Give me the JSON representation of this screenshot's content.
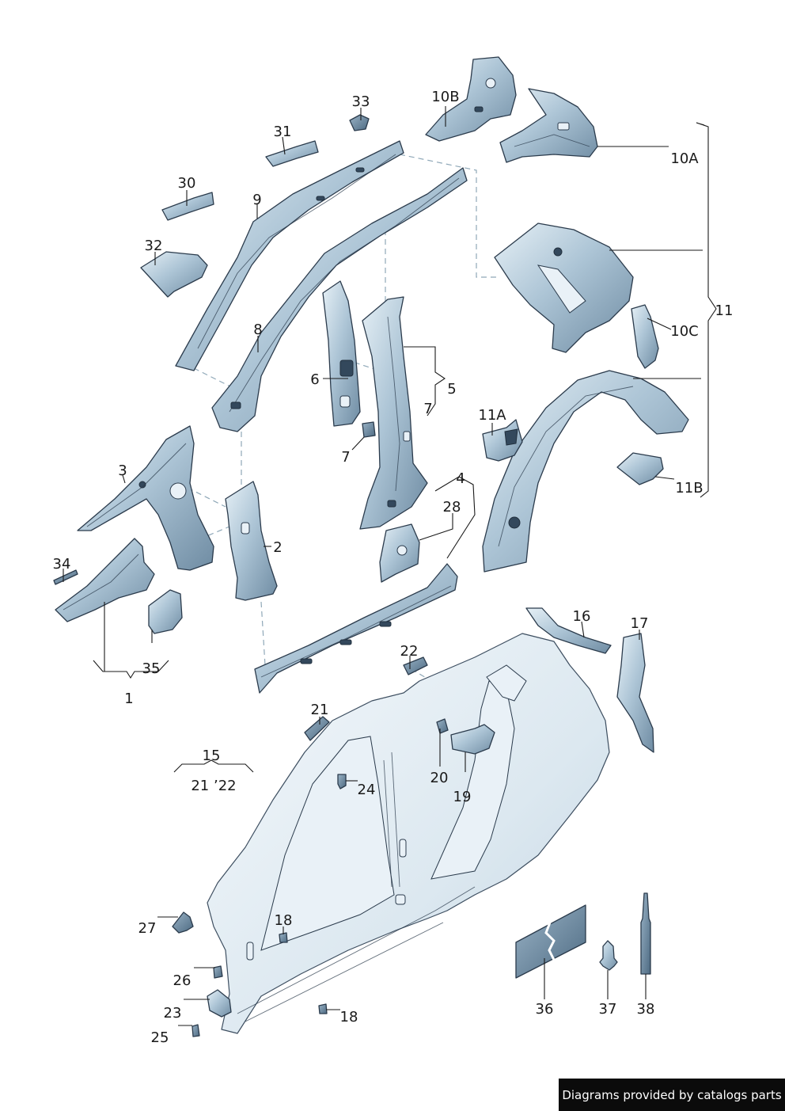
{
  "labels": {
    "1": "1",
    "2": "2",
    "3": "3",
    "4": "4",
    "5": "5",
    "6": "6",
    "7a": "7",
    "7b": "7",
    "8": "8",
    "9": "9",
    "10A": "10A",
    "10B": "10B",
    "10C": "10C",
    "11": "11",
    "11A": "11A",
    "11B": "11B",
    "15": "15",
    "15sub": "21 ’22",
    "16": "16",
    "17": "17",
    "18a": "18",
    "18b": "18",
    "19": "19",
    "20": "20",
    "21": "21",
    "22": "22",
    "23": "23",
    "24": "24",
    "25": "25",
    "26": "26",
    "27": "27",
    "28": "28",
    "30": "30",
    "31": "31",
    "32": "32",
    "33": "33",
    "34": "34",
    "35": "35",
    "36": "36",
    "37": "37",
    "38": "38"
  },
  "footer": {
    "credit": "Diagrams provided by catalogs parts"
  },
  "colors": {
    "steel_light": "#dbe8f1",
    "steel_mid": "#9fb9cc",
    "steel_dark": "#5d7a92",
    "outline": "#2b3b4c",
    "footer_bg": "#0b0b0b"
  }
}
